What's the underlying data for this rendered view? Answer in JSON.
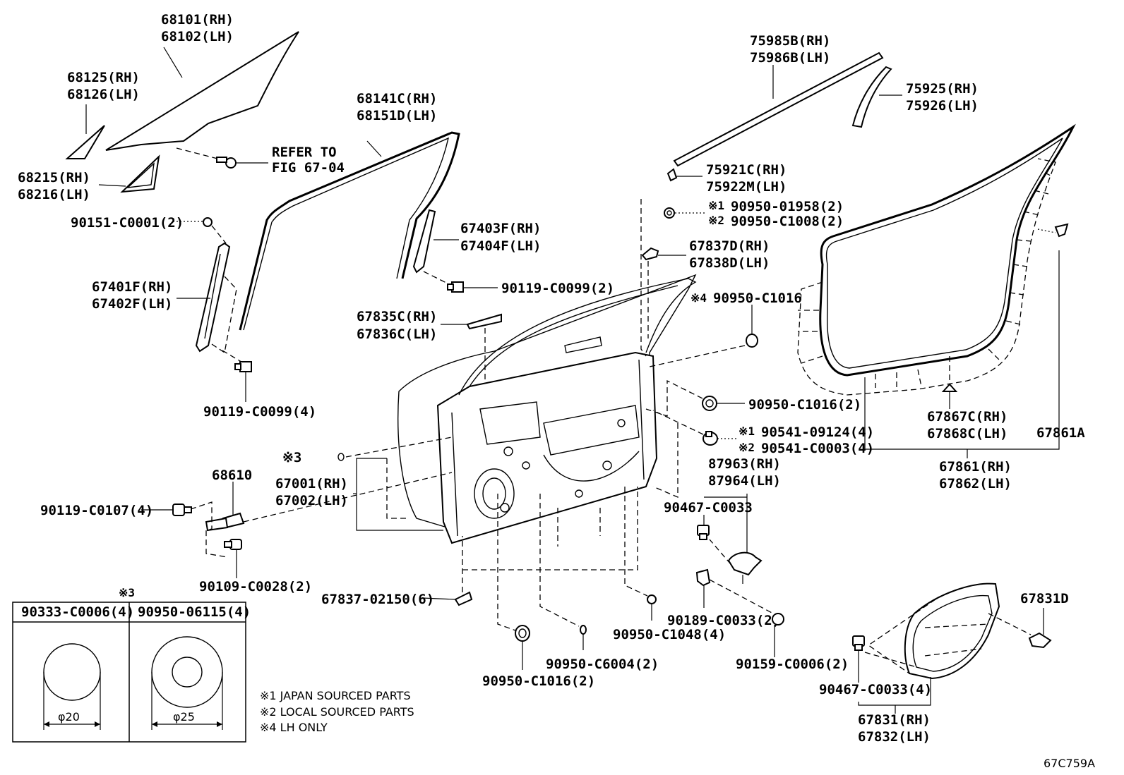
{
  "labels": {
    "glass_rh": "68101(RH)",
    "glass_lh": "68102(LH)",
    "qglass_rh": "68125(RH)",
    "qglass_lh": "68126(LH)",
    "refer": "REFER TO",
    "refer_fig": "FIG 67-04",
    "cover_rh": "68215(RH)",
    "cover_lh": "68216(LH)",
    "screw_90151": "90151-C0001(2)",
    "run_rh": "68141C(RH)",
    "run_lh": "68151D(LH)",
    "frame_r_rh": "67403F(RH)",
    "frame_r_lh": "67404F(LH)",
    "bolt_0099_2": "90119-C0099(2)",
    "frame_f_rh": "67401F(RH)",
    "frame_f_lh": "67402F(LH)",
    "bolt_0099_4": "90119-C0099(4)",
    "pad_rh": "67835C(RH)",
    "pad_lh": "67836C(LH)",
    "mould_rh": "75985B(RH)",
    "mould_lh": "75986B(LH)",
    "garnish_rh": "75925(RH)",
    "garnish_lh": "75926(LH)",
    "clip_rh": "75921C(RH)",
    "clip_lh": "75922M(LH)",
    "plug_1958": "90950-01958(2)",
    "plug_c1008": "90950-C1008(2)",
    "note_mark_1": "※1",
    "note_mark_2": "※2",
    "seal_rh": "67837D(RH)",
    "seal_lh": "67838D(LH)",
    "plug_c1016_lh": "90950-C1016",
    "note_mark_4": "※4",
    "plug_c1016_2": "90950-C1016(2)",
    "grom_09124": "90541-09124(4)",
    "grom_c0003": "90541-C0003(4)",
    "spk_rh": "87963(RH)",
    "spk_lh": "87964(LH)",
    "nut_c0033": "90467-C0033",
    "ws_rh": "67861(RH)",
    "ws_lh": "67862(LH)",
    "ws_clip_rh": "67867C(RH)",
    "ws_clip_lh": "67868C(LH)",
    "ws_a": "67861A",
    "panel_rh": "67001(RH)",
    "panel_lh": "67002(LH)",
    "mark_3": "※3",
    "hinge": "68610",
    "bolt_0107": "90119-C0107(4)",
    "bolt_0028": "90109-C0028(2)",
    "clip_02150": "67837-02150(6)",
    "plug_c1048": "90950-C1048(4)",
    "screw_c0033": "90189-C0033(2)",
    "plug_c1016b": "90950-C1016(2)",
    "plug_c6004": "90950-C6004(2)",
    "screw_c0006": "90159-C0006(2)",
    "nut_c0033_4": "90467-C0033(4)",
    "cover_back_rh": "67831(RH)",
    "cover_back_lh": "67832(LH)",
    "cover_d": "67831D",
    "table_mark": "※3",
    "table_col1": "90333-C0006(4)",
    "table_col2": "90950-06115(4)",
    "dia_20": "φ20",
    "dia_25": "φ25",
    "legend_1": "※1 JAPAN SOURCED PARTS",
    "legend_2": "※2 LOCAL SOURCED PARTS",
    "legend_4": "※4 LH ONLY",
    "fig_code": "67C759A"
  }
}
